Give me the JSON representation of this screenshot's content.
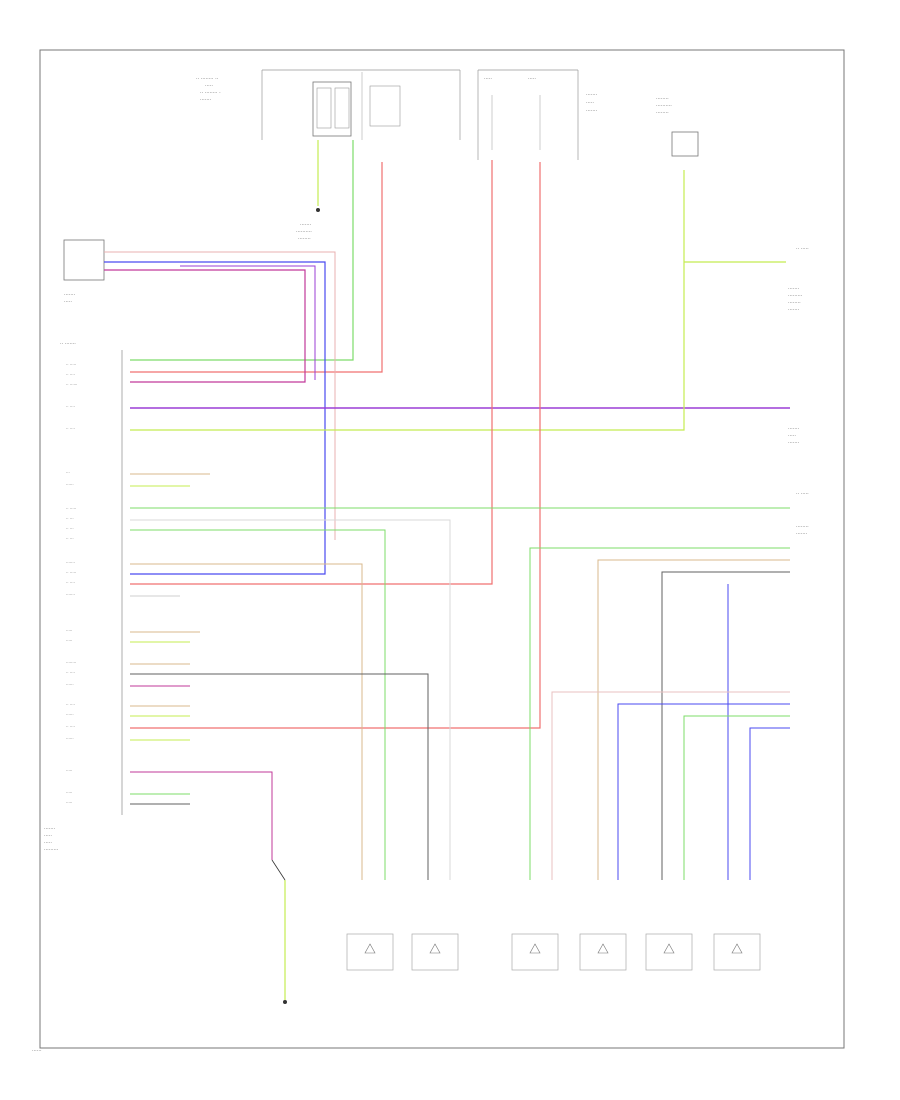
{
  "diagram_number": "",
  "colors": {
    "border": "#777777",
    "green": "#7ddc6a",
    "yellow_green": "#c4ec52",
    "red": "#f07070",
    "pink": "#f3a0a0",
    "purple": "#9b3fd6",
    "magenta": "#c2399a",
    "blue": "#4a4af0",
    "gray": "#8a8a8a",
    "dark_gray": "#606060",
    "tan": "#d9b98c",
    "light_gray": "#cfcfcf"
  },
  "wires": [
    {
      "id": "w-top-green",
      "color": "green"
    },
    {
      "id": "w-top-red",
      "color": "red"
    },
    {
      "id": "w-purple-main",
      "color": "purple"
    },
    {
      "id": "w-yellow-green-main",
      "color": "yellow_green"
    },
    {
      "id": "w-blue-left",
      "color": "blue"
    },
    {
      "id": "w-green-long",
      "color": "green"
    },
    {
      "id": "w-red-bottom",
      "color": "red"
    }
  ]
}
